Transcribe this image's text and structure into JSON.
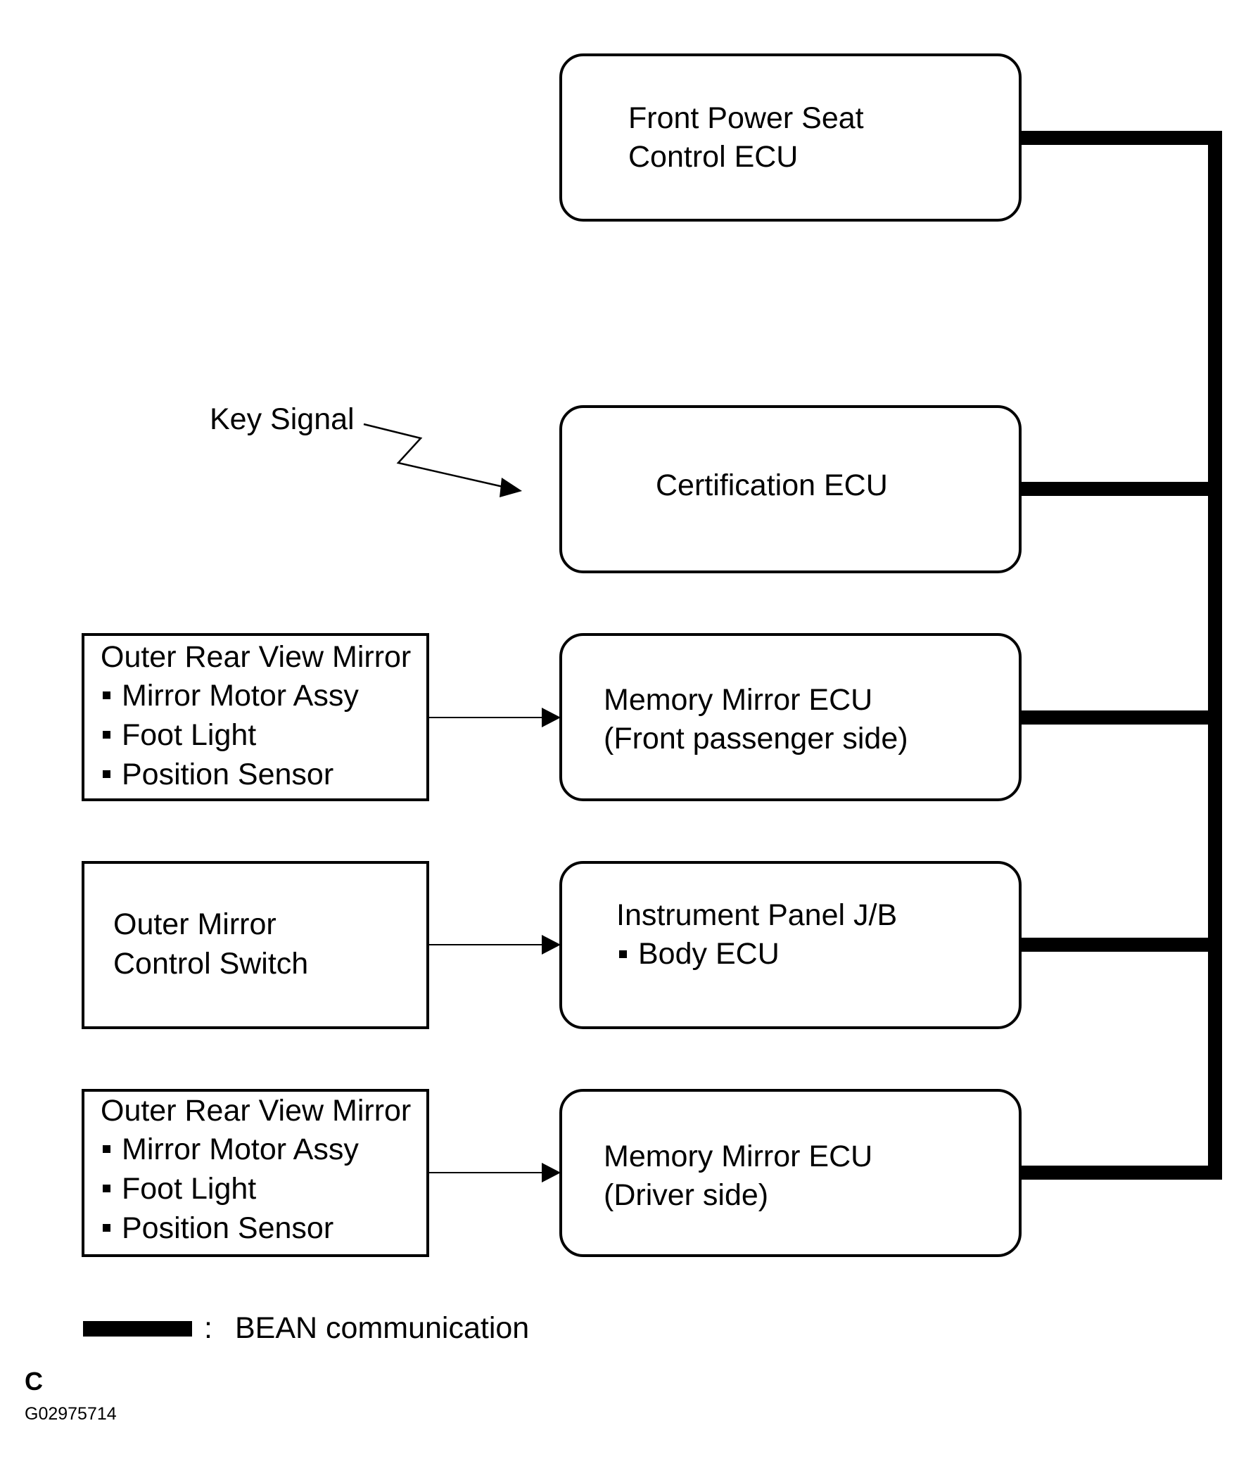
{
  "ecus": [
    {
      "lines": [
        "Front Power Seat",
        "Control ECU"
      ]
    },
    {
      "lines": [
        "Certification ECU"
      ]
    },
    {
      "lines": [
        "Memory Mirror ECU",
        "(Front passenger side)"
      ]
    },
    {
      "lines": [
        "Instrument Panel J/B",
        "Body ECU"
      ]
    },
    {
      "lines": [
        "Memory Mirror ECU",
        "(Driver side)"
      ]
    }
  ],
  "inputs": [
    {
      "title": "Outer Rear View Mirror",
      "items": [
        "Mirror Motor Assy",
        "Foot Light",
        "Position Sensor"
      ]
    },
    {
      "title": "Outer Mirror",
      "title2": "Control Switch"
    },
    {
      "title": "Outer Rear View Mirror",
      "items": [
        "Mirror Motor Assy",
        "Foot Light",
        "Position Sensor"
      ]
    }
  ],
  "key_signal": "Key Signal",
  "legend": {
    "colon": ":",
    "label": "BEAN communication"
  },
  "corner_letter": "C",
  "figure_code": "G02975714"
}
